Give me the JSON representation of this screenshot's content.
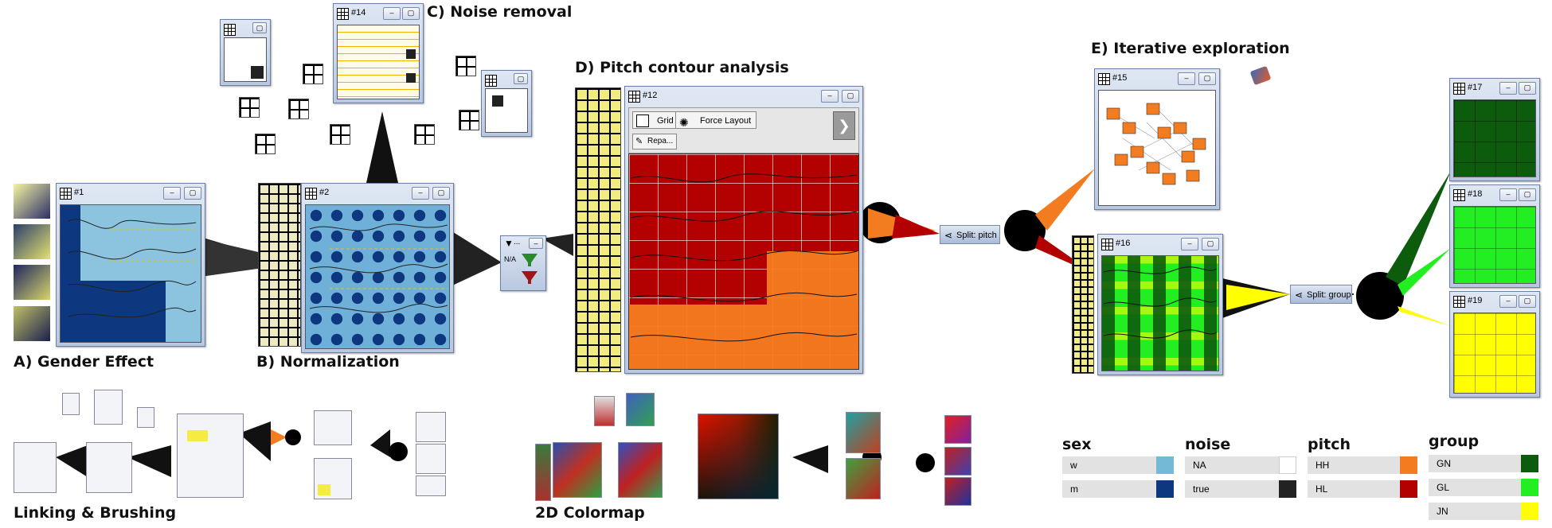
{
  "captions": {
    "a": "A) Gender Effect",
    "b": "B) Normalization",
    "c": "C) Noise removal",
    "d": "D) Pitch contour analysis",
    "e": "E) Iterative exploration",
    "linking": "Linking & Brushing",
    "colormap": "2D Colormap"
  },
  "windows": {
    "w1": "#1",
    "w2": "#2",
    "w12": "#12",
    "w14": "#14",
    "w15": "#15",
    "w16": "#16",
    "w17": "#17",
    "w18": "#18",
    "w19": "#19",
    "minimize": "–",
    "maximize": "▢"
  },
  "w12_toolbar": {
    "tab_grid": "Grid",
    "tab_force": "Force Layout",
    "next": "❯",
    "repaint": "Repa..."
  },
  "filter": {
    "more": "...",
    "tag": "N/A"
  },
  "split_nodes": {
    "pitch": "Split: pitch",
    "group": "Split: group"
  },
  "legend": {
    "sex": {
      "title": "sex",
      "items": [
        {
          "label": "w",
          "color": "#74b9d6"
        },
        {
          "label": "m",
          "color": "#0d3880"
        }
      ]
    },
    "noise": {
      "title": "noise",
      "items": [
        {
          "label": "NA",
          "color": "#ffffff"
        },
        {
          "label": "true",
          "color": "#222222"
        }
      ]
    },
    "pitch": {
      "title": "pitch",
      "items": [
        {
          "label": "HH",
          "color": "#f47c20"
        },
        {
          "label": "HL",
          "color": "#b30000"
        }
      ]
    },
    "group": {
      "title": "group",
      "items": [
        {
          "label": "GN",
          "color": "#0d5c0d"
        },
        {
          "label": "GL",
          "color": "#22ee22"
        },
        {
          "label": "JN",
          "color": "#ffff00"
        }
      ]
    }
  },
  "colors": {
    "orange": "#f47c20",
    "red": "#b30000",
    "navy": "#0d3880",
    "lightblue": "#8cc4e0",
    "darkgreen": "#0d5c0d",
    "green": "#22ee22",
    "yellow": "#ffff00"
  }
}
